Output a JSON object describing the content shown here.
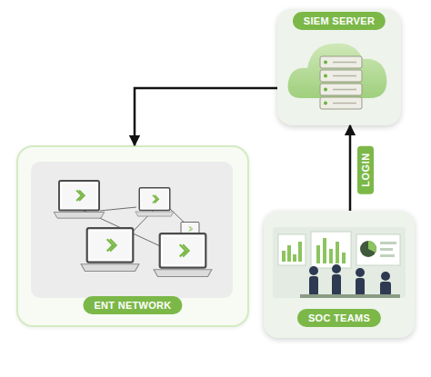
{
  "diagram": {
    "nodes": [
      {
        "text": [
          "SIEM SERVER"
        ]
      },
      {
        "text": [
          "ENT NETWORK"
        ]
      },
      {
        "text": [
          "SOC TEAMS"
        ]
      }
    ],
    "edges": [
      {
        "from": 0,
        "to": 1,
        "arrow": "to"
      },
      {
        "from": 2,
        "to": 0,
        "label": "LOGIN",
        "arrow": "to"
      }
    ]
  }
}
